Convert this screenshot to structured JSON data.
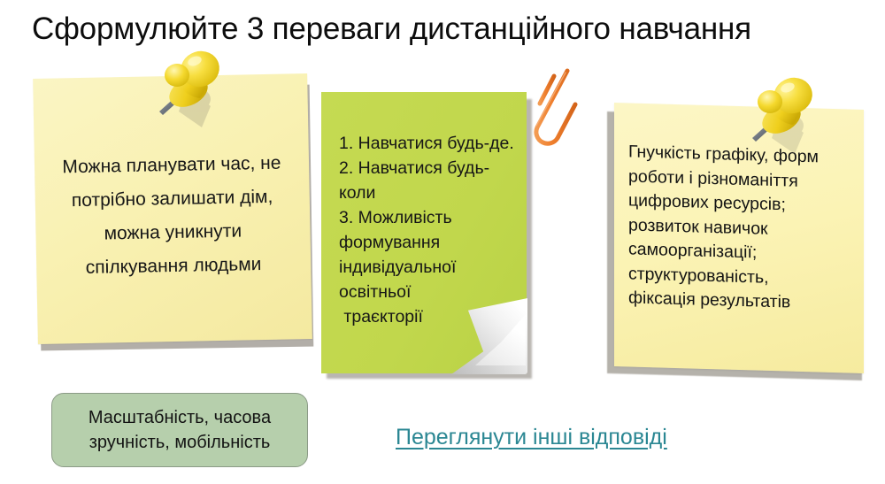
{
  "slide": {
    "title": "Сформулюйте 3 переваги дистанційного навчання",
    "background_color": "#ffffff"
  },
  "notes": [
    {
      "id": "note-1",
      "kind": "sticky-note",
      "color": "#f9f1b2",
      "text_align": "center",
      "attachment": "pushpin",
      "attachment_color": "#f2d334",
      "text": "Можна планувати час, не потрібно залишати дім, можна уникнути спілкування людьми"
    },
    {
      "id": "note-2",
      "kind": "sticky-note",
      "color": "#c2d84f",
      "text_align": "left",
      "attachment": "paperclip",
      "attachment_color": "#ef7f2e",
      "corner": "curled",
      "lines": [
        "1. Навчатися будь-де.",
        "2. Навчатися будь-коли",
        "3. Можливість",
        "формування",
        "індивідуальної",
        "освітньої",
        " траєкторії"
      ]
    },
    {
      "id": "note-3",
      "kind": "sticky-note",
      "color": "#fbf3b4",
      "text_align": "left",
      "attachment": "pushpin",
      "attachment_color": "#f2d334",
      "lines": [
        "Гнучкість графіку, форм",
        "роботи і різноманіття",
        "цифрових ресурсів;",
        "розвиток навичок",
        "самоорганізації;",
        "структурованість,",
        "фіксація результатів"
      ]
    }
  ],
  "green_box": {
    "text": "Масштабність, часова зручність, мобільність",
    "fill": "#b6cfac",
    "border": "#8b9a86"
  },
  "link": {
    "label": "Переглянути інші відповіді",
    "color": "#2b8793"
  }
}
